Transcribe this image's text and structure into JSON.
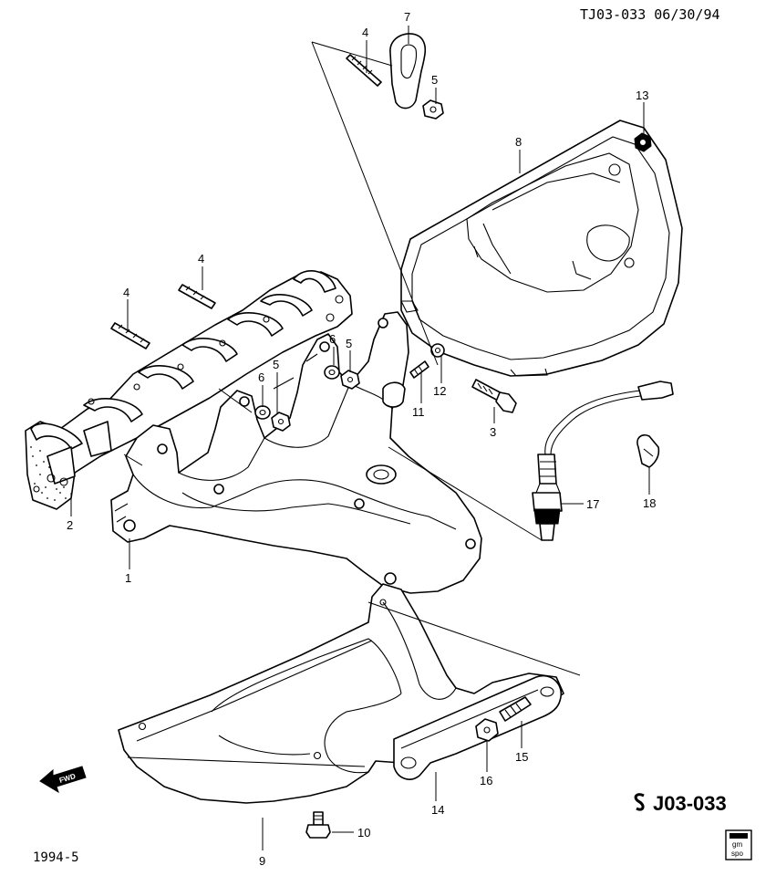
{
  "header": {
    "drawing_id": "TJ03-033 06/30/94"
  },
  "reference_code": "J03-033",
  "year_note": "1994-5",
  "fwd_label": "FWD",
  "logo_text": [
    "gm",
    "spo"
  ],
  "callouts": {
    "c1": "1",
    "c2": "2",
    "c3": "3",
    "c4a": "4",
    "c4b": "4",
    "c4c": "4",
    "c5a": "5",
    "c5b": "5",
    "c5c": "5",
    "c6a": "6",
    "c6b": "6",
    "c7": "7",
    "c8": "8",
    "c9": "9",
    "c10": "10",
    "c11": "11",
    "c12": "12",
    "c13": "13",
    "c14": "14",
    "c15": "15",
    "c16": "16",
    "c17": "17",
    "c18": "18"
  }
}
